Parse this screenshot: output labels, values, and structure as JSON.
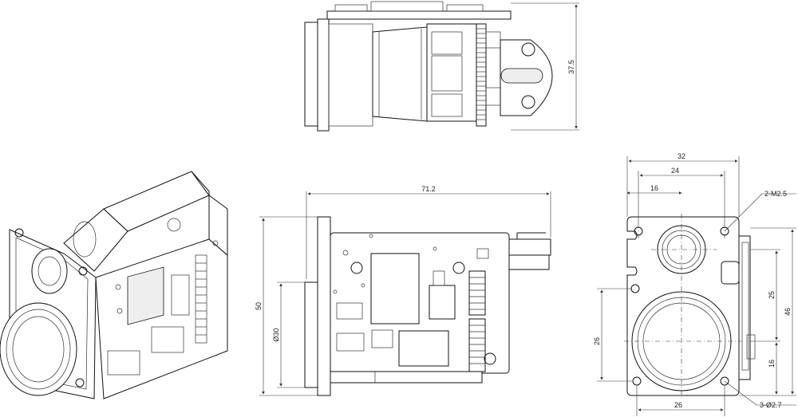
{
  "dimensions": {
    "height_top": "37.5",
    "length_side": "71.2",
    "height_side": "50",
    "lens_diameter": "Ø30",
    "front_width": "32",
    "front_24": "24",
    "front_16": "16",
    "front_25": "25",
    "front_46": "46",
    "front_16_right": "16",
    "front_26_left": "26",
    "front_26_bottom": "26",
    "mount_thread": "2-M2.5",
    "hole_callout": "3-Ø2.7"
  }
}
